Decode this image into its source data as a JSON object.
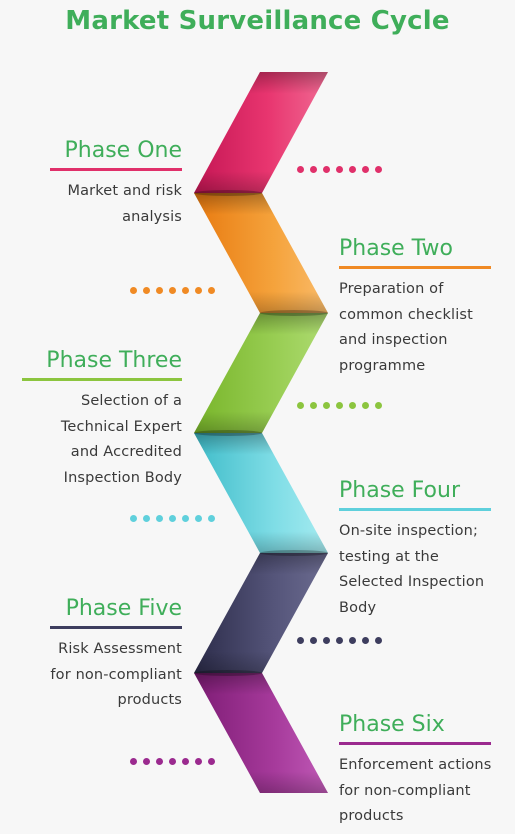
{
  "title": "Market Surveillance Cycle",
  "colors": {
    "title": "#3fae5a",
    "phase1": "#e0306a",
    "phase2": "#f08a24",
    "phase3": "#8cc53f",
    "phase4": "#5fd0dc",
    "phase5": "#3d3d5e",
    "phase6": "#9b2a8f"
  },
  "phases": [
    {
      "heading": "Phase One",
      "description": "Market and risk\nanalysis"
    },
    {
      "heading": "Phase Two",
      "description": "Preparation of\ncommon checklist\nand inspection\nprogramme"
    },
    {
      "heading": "Phase Three",
      "description": "Selection of a\nTechnical Expert\nand Accredited\nInspection Body"
    },
    {
      "heading": "Phase Four",
      "description": "On-site inspection;\ntesting at the\nSelected Inspection\nBody"
    },
    {
      "heading": "Phase Five",
      "description": "Risk Assessment\nfor non-compliant\nproducts"
    },
    {
      "heading": "Phase Six",
      "description": "Enforcement actions\nfor non-compliant\nproducts"
    }
  ]
}
